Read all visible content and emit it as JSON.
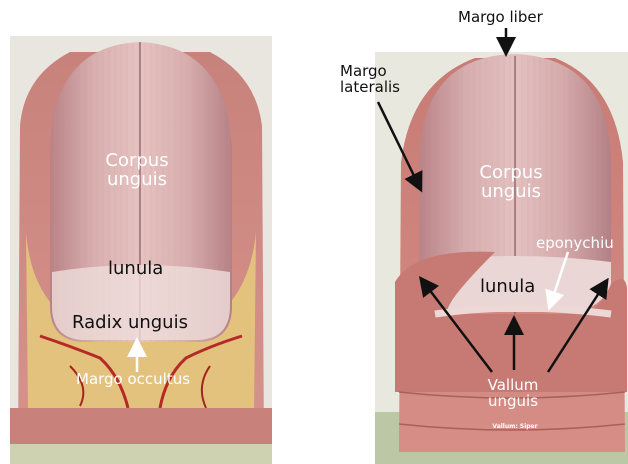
{
  "left_photo": {
    "labels": {
      "corpus_unguis": "Corpus\nunguis",
      "lunula": "lunula",
      "radix_unguis": "Radix unguis",
      "margo_occultus": "Margo occultus"
    }
  },
  "right_photo": {
    "labels": {
      "margo_liber": "Margo liber",
      "margo_lateralis": "Margo\nlateralis",
      "corpus_unguis": "Corpus\nunguis",
      "eponychium": "eponychiu",
      "lunula": "lunula",
      "vallum_unguis": "Vallum\nunguis",
      "stamp": "Vallum: Siper"
    }
  }
}
